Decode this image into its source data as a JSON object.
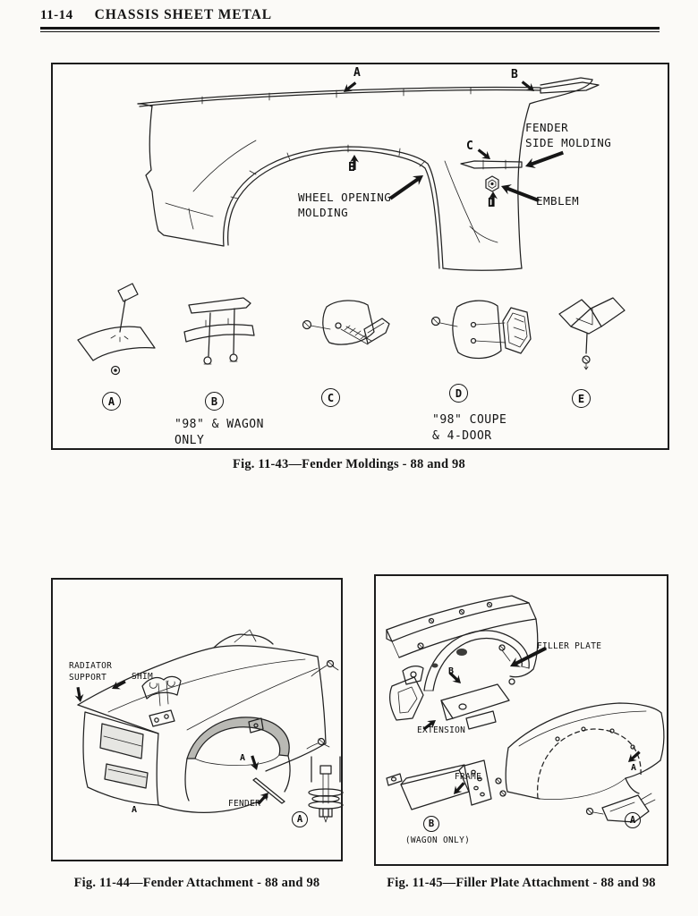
{
  "header": {
    "page_number": "11-14",
    "title": "CHASSIS SHEET METAL"
  },
  "fig1": {
    "caption": "Fig. 11-43—Fender Moldings - 88 and 98",
    "marker_a": "A",
    "marker_b": "B",
    "marker_c": "C",
    "marker_d": "D",
    "marker_e": "E",
    "label_fender_side_molding": "FENDER\nSIDE MOLDING",
    "label_wheel_opening_molding": "WHEEL OPENING\nMOLDING",
    "label_emblem": "EMBLEM",
    "circle_a": "A",
    "circle_b": "B",
    "circle_c": "C",
    "circle_d": "D",
    "circle_e": "E",
    "note_b": "\"98\" & WAGON\nONLY",
    "note_d": "\"98\" COUPE\n& 4-DOOR"
  },
  "fig2": {
    "caption": "Fig. 11-44—Fender Attachment - 88 and 98",
    "label_radiator_support": "RADIATOR\nSUPPORT",
    "label_shim": "SHIM",
    "label_fender": "FENDER",
    "marker_a": "A",
    "small_a": "A",
    "circle_a": "A"
  },
  "fig3": {
    "caption": "Fig. 11-45—Filler Plate Attachment - 88 and 98",
    "label_filler_plate": "FILLER PLATE",
    "label_extension": "EXTENSION",
    "label_frame": "FRAME",
    "label_wagon_only": "(WAGON ONLY)",
    "marker_a": "A",
    "marker_b": "B",
    "circle_a": "A",
    "circle_b": "B"
  }
}
